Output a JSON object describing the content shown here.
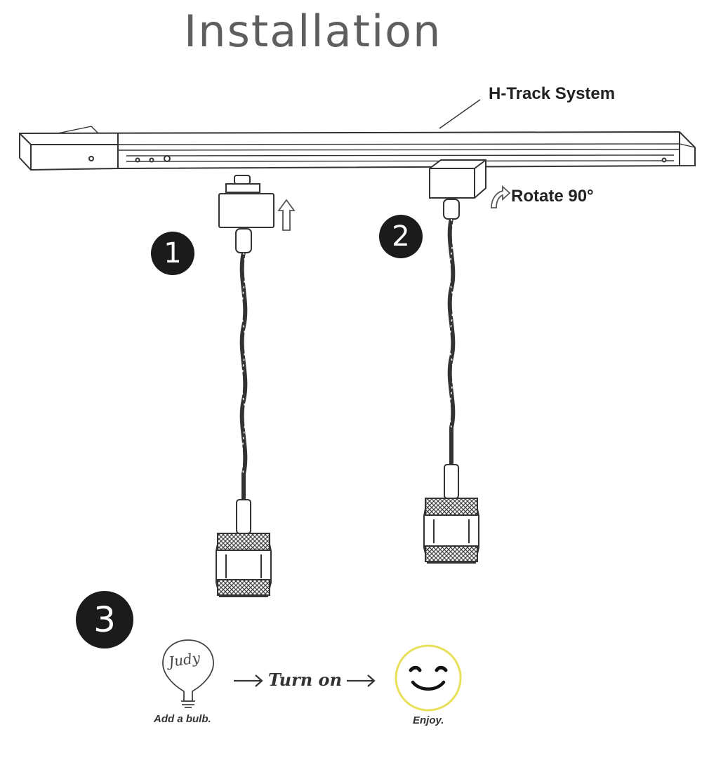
{
  "title": "Installation",
  "track_label": "H-Track System",
  "rotate_label": "Rotate 90°",
  "steps": [
    "1",
    "2",
    "3"
  ],
  "bulb_caption": "Add a bulb.",
  "bulb_text": "Judy",
  "turn_on": "Turn on",
  "enjoy_caption": "Enjoy.",
  "colors": {
    "line": "#333333",
    "step_bg": "#1b1b1b",
    "title": "#5e5e5e",
    "smiley_ring": "#e8df5a"
  },
  "icons": [
    "up-arrow-icon",
    "rotate-arrow-icon",
    "right-arrow-icon",
    "bulb-icon",
    "smiley-icon"
  ]
}
